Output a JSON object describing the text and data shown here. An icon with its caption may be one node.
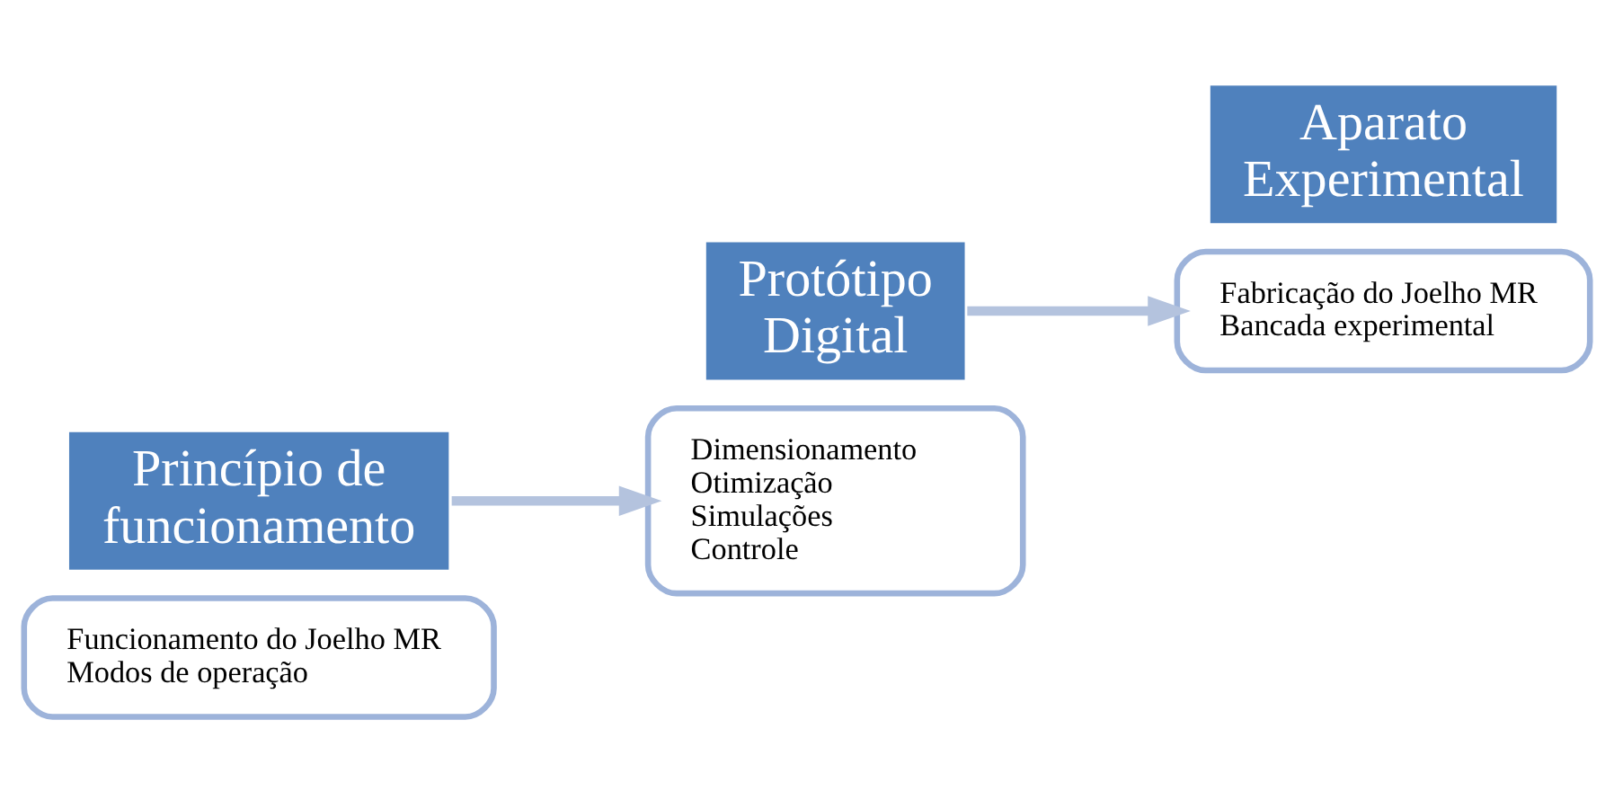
{
  "diagram": {
    "nodes": [
      {
        "text": [
          "Funcionamento do Joelho MR",
          "Modos de operação"
        ]
      },
      {
        "text": [
          "Princípio de funcionamento"
        ]
      },
      {
        "text": [
          "Protótipo Digital"
        ]
      },
      {
        "text": [
          "Dimensionamento",
          "Otimização",
          "Simulações",
          "Controle"
        ]
      },
      {
        "text": [
          "Fabricação do Joelho MR",
          "Bancada experimental"
        ]
      },
      {
        "text": [
          "Aparato Experimental"
        ]
      }
    ],
    "edges": [
      {
        "from": 1,
        "to": 3,
        "arrow": "to"
      },
      {
        "from": 2,
        "to": 4,
        "arrow": "to"
      }
    ]
  }
}
